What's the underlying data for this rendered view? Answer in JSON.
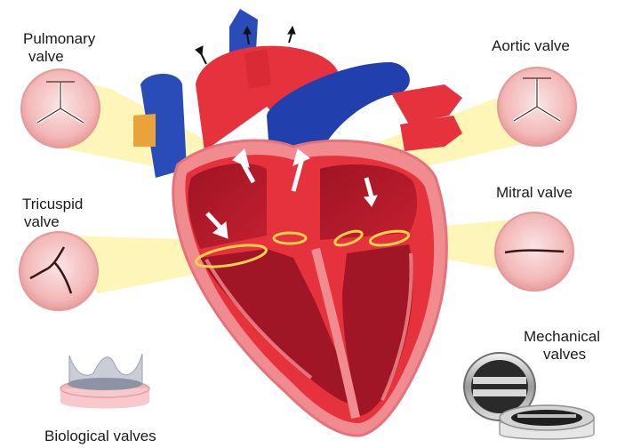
{
  "labels": {
    "pulmonary": [
      "Pulmonary",
      "valve"
    ],
    "aortic": [
      "Aortic valve"
    ],
    "tricuspid": [
      "Tricuspid",
      "valve"
    ],
    "mitral": [
      "Mitral valve"
    ],
    "mechanical": [
      "Mechanical",
      "valves"
    ],
    "biological": [
      "Biological valves"
    ]
  },
  "colors": {
    "heart_red": "#e5323c",
    "heart_dark": "#8c0f1c",
    "heart_pink": "#f5a3a3",
    "vein_blue": "#1f3fa8",
    "vein_blue_light": "#3356c4",
    "beam_yellow": "#fdf3a0",
    "valve_ring": "#f2d24b",
    "valve_disc_fill": "#f7c9c9"
  }
}
